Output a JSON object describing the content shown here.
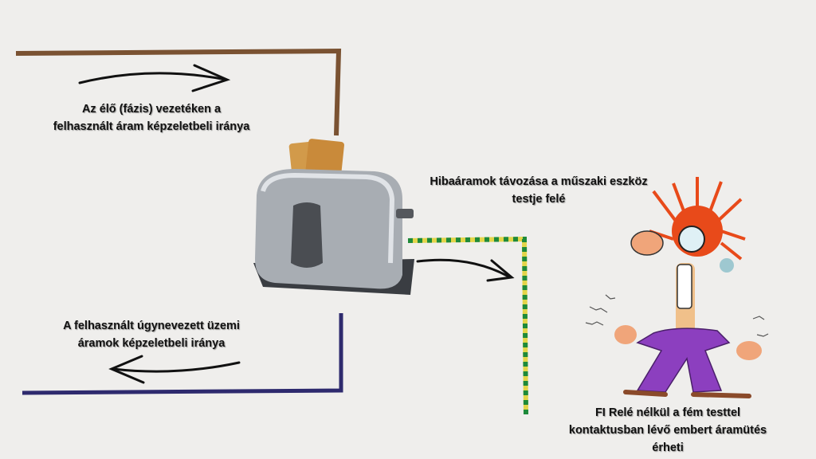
{
  "labels": {
    "live_wire": [
      "Az élő (fázis) vezetéken a",
      "felhasznált áram képzeletbeli iránya"
    ],
    "neutral_wire": [
      "A felhasznált úgynevezett üzemi",
      "áramok képzeletbeli iránya"
    ],
    "fault_current": [
      "Hibaáramok távozása a műszaki eszköz",
      "testje felé"
    ],
    "shock_warning": [
      "FI Relé nélkül a fém testtel",
      "kontaktusban lévő embert áramütés",
      "érheti"
    ]
  },
  "colors": {
    "live_wire": "#7a5232",
    "neutral_wire": "#2e2a6e",
    "earth_green": "#1e8a3a",
    "earth_yellow": "#e3d54a",
    "background": "#efeeec"
  }
}
